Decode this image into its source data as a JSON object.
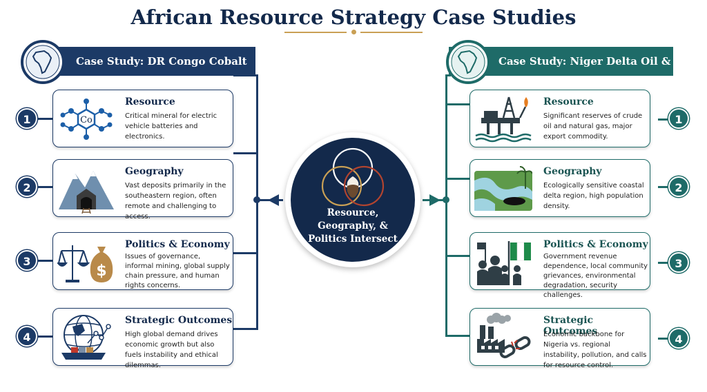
{
  "title": "African Resource Strategy Case Studies",
  "center": {
    "lines": [
      "Resource,",
      "Geography, &",
      "Politics Intersect"
    ]
  },
  "left": {
    "header": "Case Study: DR Congo Cobalt",
    "cards": [
      {
        "number": "1",
        "title": "Resource",
        "text": "Critical mineral for electric vehicle batteries and electronics.",
        "icon_label": "Co"
      },
      {
        "number": "2",
        "title": "Geography",
        "text": "Vast deposits primarily in the southeastern region, often remote and challenging to access."
      },
      {
        "number": "3",
        "title": "Politics & Economy",
        "text": "Issues of governance, informal mining, global supply chain pressure, and human rights concerns."
      },
      {
        "number": "4",
        "title": "Strategic Outcomes",
        "text": "High global demand drives economic growth but also fuels instability and ethical dilemmas."
      }
    ]
  },
  "right": {
    "header": "Case Study: Niger Delta Oil & Gas",
    "cards": [
      {
        "number": "1",
        "title": "Resource",
        "text": "Significant reserves of crude oil and natural gas, major export commodity."
      },
      {
        "number": "2",
        "title": "Geography",
        "text": "Ecologically sensitive coastal delta region, high population density."
      },
      {
        "number": "3",
        "title": "Politics & Economy",
        "text": "Government revenue dependence, local community grievances, environmental degradation, security challenges."
      },
      {
        "number": "4",
        "title": "Strategic Outcomes",
        "text": "Economic backbone for Nigeria vs. regional instability, pollution, and calls for resource control."
      }
    ]
  },
  "colors": {
    "navy": "#1c3a66",
    "teal": "#1e6b68",
    "gold": "#c9a055",
    "center_bg": "#13294b"
  },
  "icons": [
    "africa-globe-icon",
    "cobalt-molecule-icon",
    "mine-mountain-icon",
    "scales-moneybag-icon",
    "globe-ship-icon",
    "oil-rig-icon",
    "river-delta-icon",
    "protest-flag-icon",
    "factory-broken-chain-icon",
    "venn-diagram-icon"
  ]
}
